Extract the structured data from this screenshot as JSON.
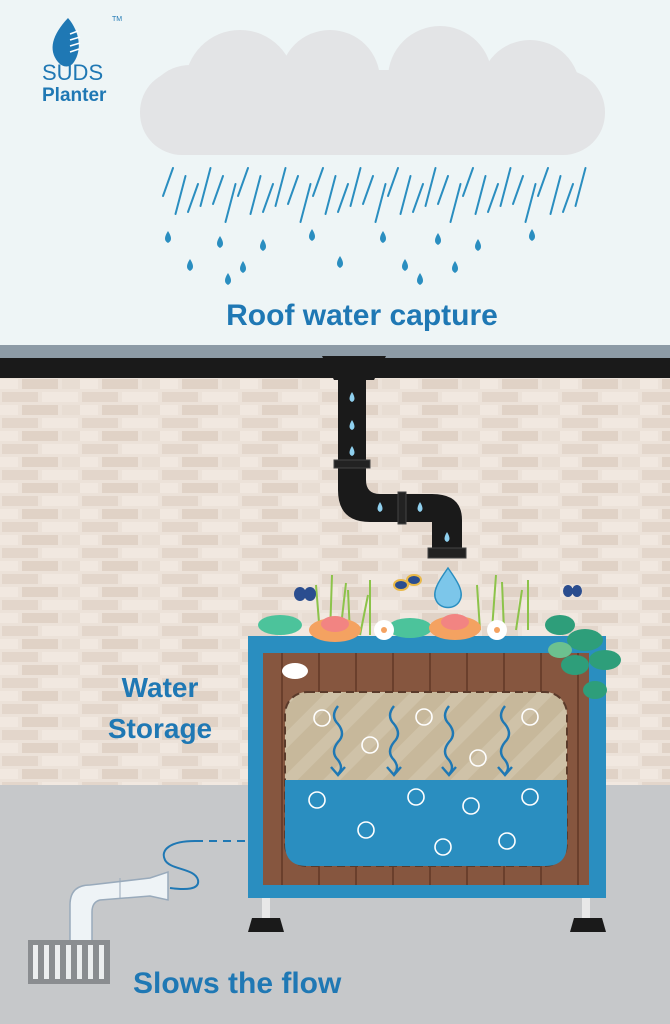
{
  "logo": {
    "line1": "SUDS",
    "line2": "Planter",
    "trademark": "TM"
  },
  "labels": {
    "roof": "Roof water capture",
    "storage_line1": "Water",
    "storage_line2": "Storage",
    "slows": "Slows the flow"
  },
  "colors": {
    "brand_blue": "#1f78b4",
    "sky": "#eef5f6",
    "cloud": "#e3e4e6",
    "brick": "#ece2d9",
    "ground": "#c6c8ca",
    "planter_frame": "#2a8ec0",
    "wood": "#86563f",
    "soil": "#c7b89b"
  }
}
